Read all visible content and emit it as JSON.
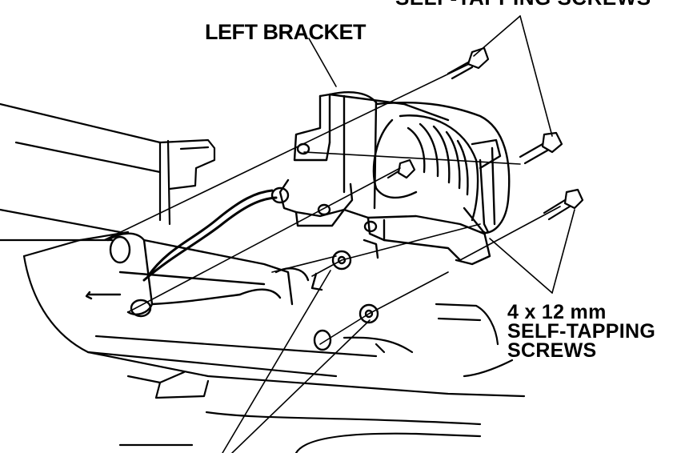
{
  "labels": {
    "left_bracket": "LEFT BRACKET",
    "top_screws_partial": "SELF-TAPPING SCREWS",
    "right_screws": {
      "line1": "4 x 12 mm",
      "line2": "SELF-TAPPING",
      "line3": "SCREWS"
    }
  },
  "colors": {
    "ink": "#000000",
    "paper": "#ffffff"
  }
}
